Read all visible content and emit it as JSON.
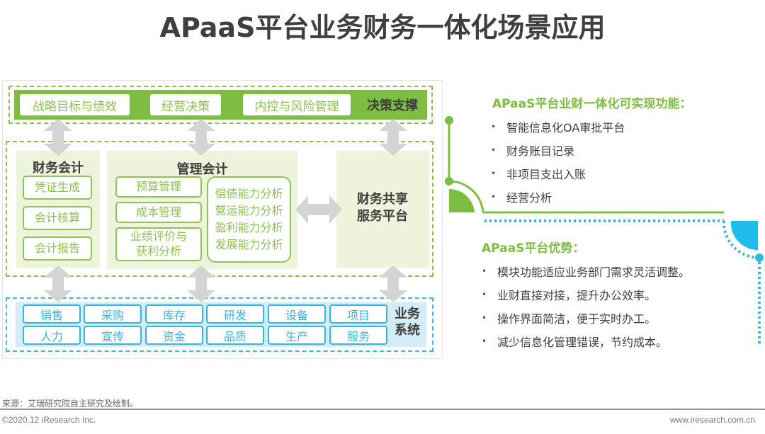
{
  "title": "APaaS平台业务财务一体化场景应用",
  "diagram": {
    "decision_layer": {
      "label": "决策支撑",
      "items": [
        "战略目标与绩效",
        "经营决策",
        "内控与风险管理"
      ]
    },
    "financial_accounting": {
      "title": "财务会计",
      "items": [
        "凭证生成",
        "会计核算",
        "会计报告"
      ]
    },
    "management_accounting": {
      "title": "管理会计",
      "left_items": [
        "预算管理",
        "成本管理",
        "业绩评价与\n获利分析"
      ],
      "left_item3_line1": "业绩评价与",
      "left_item3_line2": "获利分析",
      "analysis_items": [
        "偿债能力分析",
        "营运能力分析",
        "盈利能力分析",
        "发展能力分析"
      ]
    },
    "shared_service": {
      "line1": "财务共享",
      "line2": "服务平台"
    },
    "business_system": {
      "label_line1": "业务",
      "label_line2": "系统",
      "row1": [
        "销售",
        "采购",
        "库存",
        "研发",
        "设备",
        "项目"
      ],
      "row2": [
        "人力",
        "宣传",
        "资金",
        "品质",
        "生产",
        "服务"
      ]
    }
  },
  "functions": {
    "title": "APaaS平台业财一体化可实现功能：",
    "items": [
      "智能信息化OA审批平台",
      "财务账目记录",
      "非项目支出入账",
      "经营分析"
    ]
  },
  "advantages": {
    "title": "APaaS平台优势：",
    "items": [
      "模块功能适应业务部门需求灵活调整。",
      "业财直接对接，提升办公效率。",
      "操作界面简洁，便于实时办工。",
      "减少信息化管理错误，节约成本。"
    ]
  },
  "footer": {
    "source": "来源：艾瑞研究院自主研究及绘制。",
    "copyright": "©2020.12 iResearch Inc.",
    "website": "www.iresearch.com.cn"
  },
  "colors": {
    "green": "#7dbd42",
    "blue": "#35b6e0",
    "arrow_gray": "#d4d4d4"
  }
}
